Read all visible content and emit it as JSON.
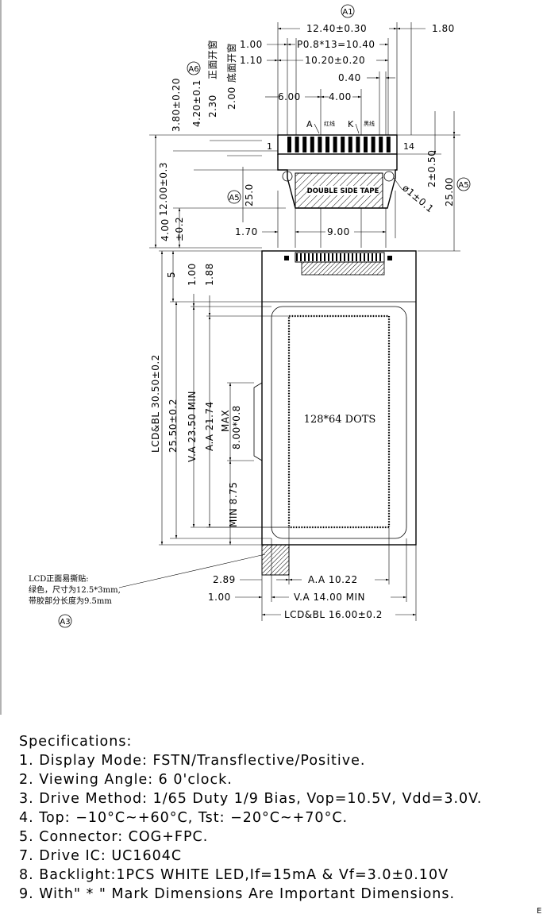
{
  "callouts": {
    "a1": "A1",
    "a3": "A3",
    "a5": "A5",
    "a6": "A6"
  },
  "dims": {
    "w_12_40": "12.40±0.30",
    "d_1_80": "1.80",
    "d_1_00_top": "1.00",
    "pitch": "P0.8*13=10.40",
    "d_1_10": "1.10",
    "d_10_20": "10.20±0.20",
    "d_0_40": "0.40",
    "d_6_00": "6.00",
    "d_4_00": "4.00",
    "v_3_80": "3.80±0.20",
    "v_4_20": "4.20±0.1",
    "v_2_30": "2.30",
    "v_2_00": "2.00",
    "cn_front": "正面开窗",
    "cn_back": "底面开窗",
    "pin_a": "A",
    "pin_k": "K",
    "red_wire": "红线",
    "black_wire": "黑线",
    "pin_1": "1",
    "pin_14": "14",
    "v_12_00": "12.00±0.3",
    "v_25_0": "25.0",
    "v_2_0_50": "2±0.50",
    "v_25_00": "25.00",
    "phi": "ø1±0.1",
    "tape": "DOUBLE SIDE TAPE",
    "v_4_00": "4.00",
    "v_0_2": "±0.2",
    "d_1_70": "1.70",
    "d_9_00": "9.00",
    "v_5": "5",
    "v_1_00": "1.00",
    "v_1_88": "1.88",
    "v_lcd": "LCD&BL  30.50±0.2",
    "v_25_50": "25.50±0.2",
    "v_va": "V.A  23.50  MIN",
    "v_aa": "A.A  21.74",
    "max": "MAX",
    "v_8_00": "8.00*0.8",
    "v_min": "MIN  8.75",
    "dots": "128*64 DOTS",
    "d_2_89": "2.89",
    "h_aa": "A.A    10.22",
    "d_1_00_bot": "1.00",
    "h_va": "V.A    14.00  MIN",
    "h_lcd": "LCD&BL  16.00±0.2"
  },
  "note": {
    "title": "LCD正面易撕贴:",
    "line1": "绿色，尺寸为12.5*3mm,",
    "line2": "带胶部分长度为9.5mm"
  },
  "specs": {
    "heading": "Specifications:",
    "items": [
      "1. Display Mode: FSTN/Transflective/Positive.",
      "2. Viewing Angle:  6  0'clock.",
      "3. Drive Method: 1/65 Duty 1/9 Bias, Vop=10.5V, Vdd=3.0V.",
      "4. Top: −10°C~+60°C, Tst: −20°C~+70°C.",
      "5. Connector:  COG+FPC.",
      "7. Drive IC: UC1604C",
      "8. Backlight:1PCS WHITE LED,If=15mA & Vf=3.0±0.10V",
      "9. With\" * \" Mark Dimensions Are Important Dimensions."
    ]
  },
  "edge": "E"
}
